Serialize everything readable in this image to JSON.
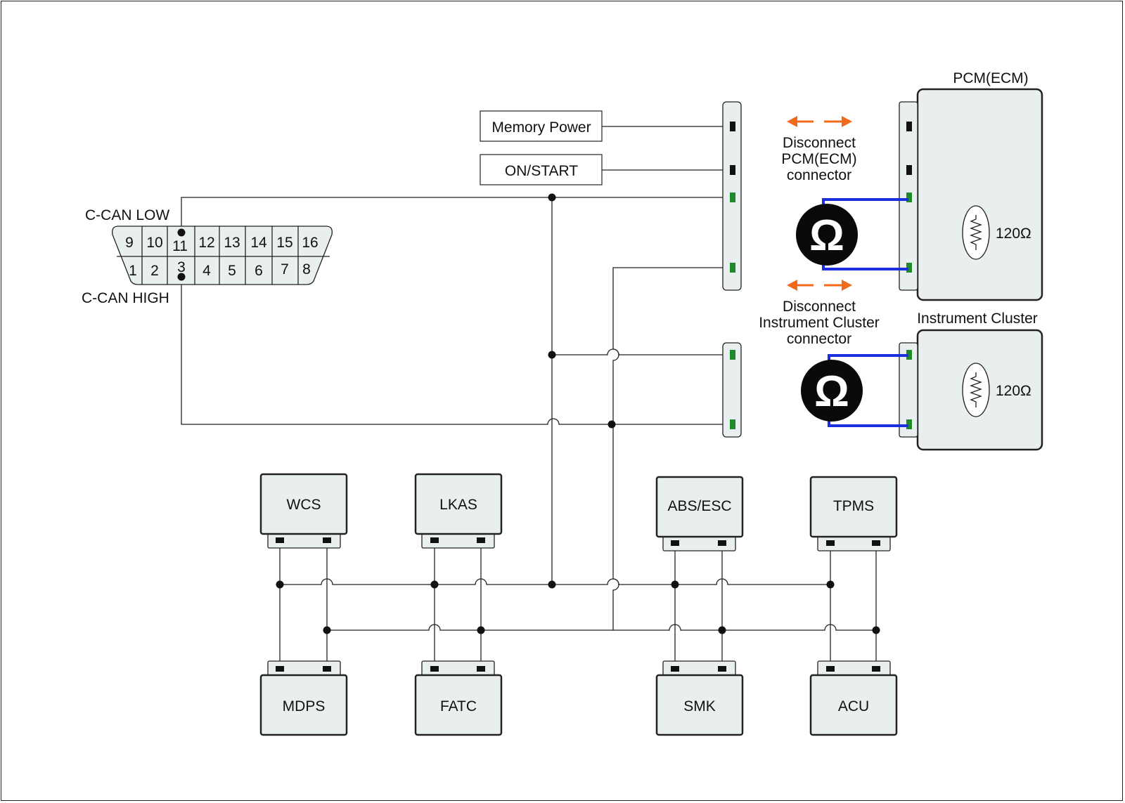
{
  "obd": {
    "top_pins": [
      "9",
      "10",
      "11",
      "12",
      "13",
      "14",
      "15",
      "16"
    ],
    "bottom_pins": [
      "1",
      "2",
      "3",
      "4",
      "5",
      "6",
      "7",
      "8"
    ],
    "can_low_label": "C-CAN LOW",
    "can_high_label": "C-CAN HIGH"
  },
  "power": {
    "memory_label": "Memory Power",
    "on_start_label": "ON/START"
  },
  "pcm": {
    "title": "PCM(ECM)",
    "resistor": "120Ω",
    "disconnect": [
      "Disconnect",
      "PCM(ECM)",
      "connector"
    ]
  },
  "cluster": {
    "title": "Instrument Cluster",
    "resistor": "120Ω",
    "disconnect": [
      "Disconnect",
      "Instrument Cluster",
      "connector"
    ]
  },
  "ohmmeter_symbol": "Ω",
  "modules": {
    "top": [
      "WCS",
      "LKAS",
      "ABS/ESC",
      "TPMS"
    ],
    "bottom": [
      "MDPS",
      "FATC",
      "SMK",
      "ACU"
    ]
  },
  "colors": {
    "probe_wire": "#1c2fe0",
    "arrow": "#f26a1b",
    "can_pin": "#1f8a2c",
    "module_fill": "#e9eeee"
  }
}
